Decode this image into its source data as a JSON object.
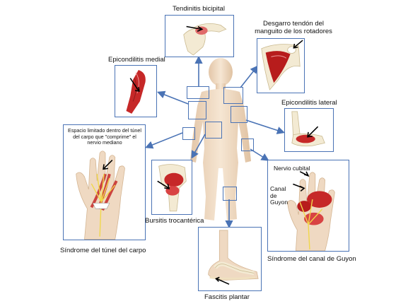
{
  "labels": {
    "tendinitis": "Tendinitis bicipital",
    "desgarro": "Desgarro tendón del manguito de los rotadores",
    "epi_medial": "Epicondilitis medial",
    "epi_lateral": "Epicondilitis lateral",
    "tunel_note": "Espacio limitado dentro del túnel del carpo que \"comprime\" el nervio mediano",
    "nervio_cubital": "Nervio cubital",
    "canal_guyon_tag": "Canal de Guyon",
    "bursitis": "Bursitis trocantérica",
    "sindrome_tunel": "Síndrome del túnel del carpo",
    "sindrome_guyon": "Síndrome del canal de Guyon",
    "fascitis": "Fascitis plantar"
  },
  "colors": {
    "border": "#4a73b5",
    "arrow": "#4a73b5",
    "body": "#efd9c2",
    "muscle": "#c62828",
    "bone": "#f3ead3",
    "nerve": "#f0d84a"
  }
}
